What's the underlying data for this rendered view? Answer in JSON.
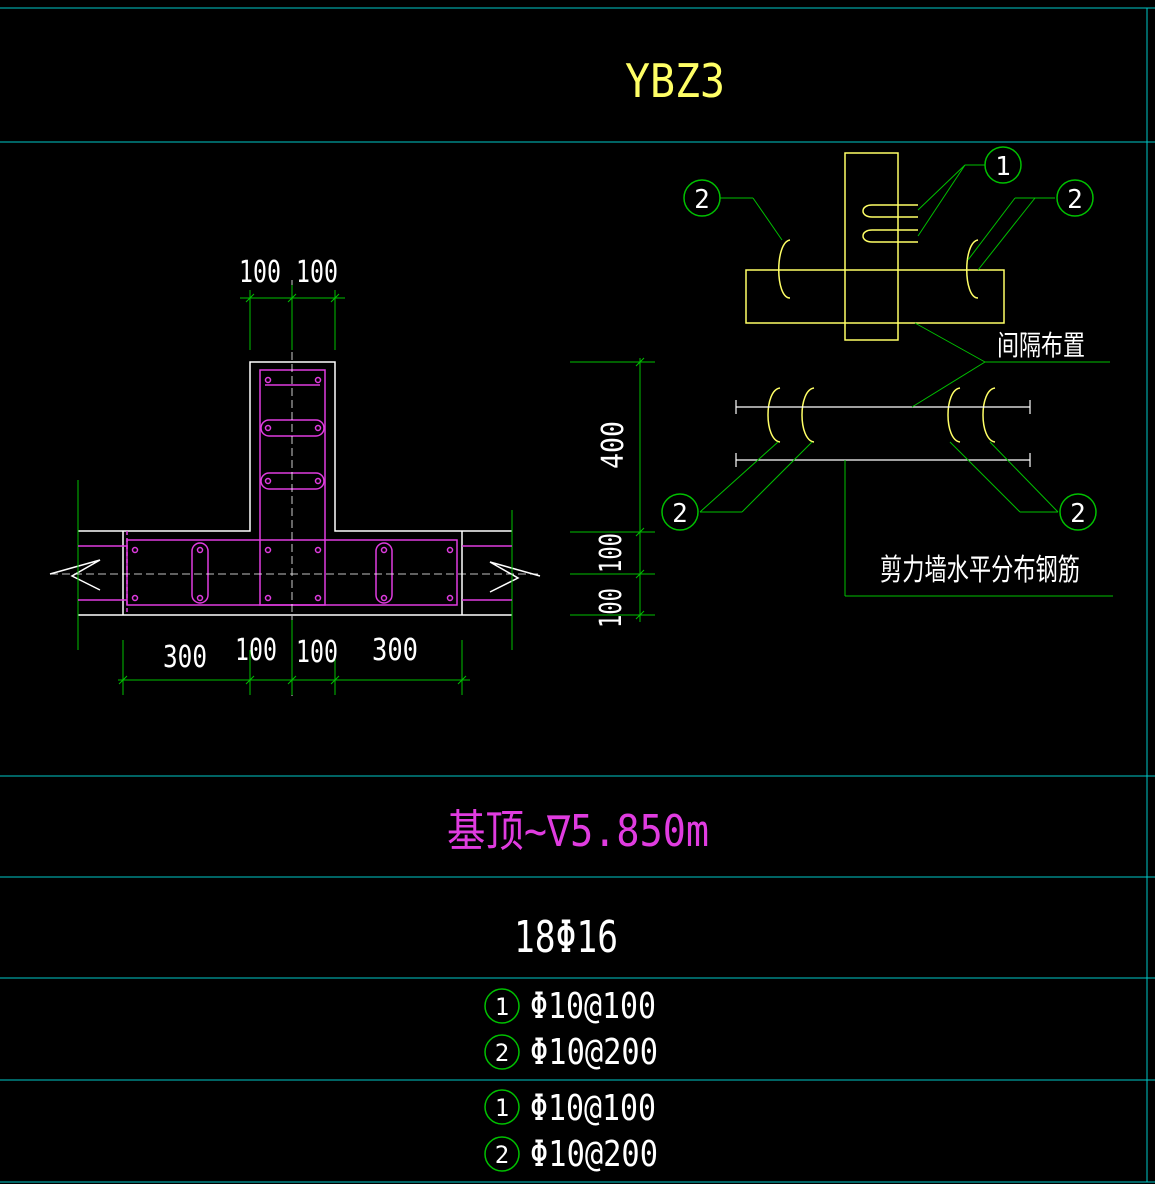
{
  "title": "YBZ3",
  "elevation": "基顶~∇5.850m",
  "longitudinal_bars": "18Φ16",
  "stirrup_table_1": [
    {
      "marker": "1",
      "spec": "Φ10@100"
    },
    {
      "marker": "2",
      "spec": "Φ10@200"
    }
  ],
  "stirrup_table_2": [
    {
      "marker": "1",
      "spec": "Φ10@100"
    },
    {
      "marker": "2",
      "spec": "Φ10@200"
    }
  ],
  "section_dims": {
    "top_left": "100",
    "top_right": "100",
    "bottom": [
      "300",
      "100",
      "100",
      "300"
    ],
    "vertical": [
      "400",
      "100",
      "100"
    ]
  },
  "detail_labels": {
    "spacing_note": "间隔布置",
    "wall_bar_note": "剪力墙水平分布钢筋",
    "markers": [
      "1",
      "2",
      "2",
      "2",
      "2"
    ]
  },
  "colors": {
    "background": "#000000",
    "frame_line": "#00c8c8",
    "dimension": "#00c000",
    "concrete_outline": "#ffffff",
    "rebar": "#e03ce0",
    "tie": "#ffff66",
    "leader": "#00c000"
  }
}
